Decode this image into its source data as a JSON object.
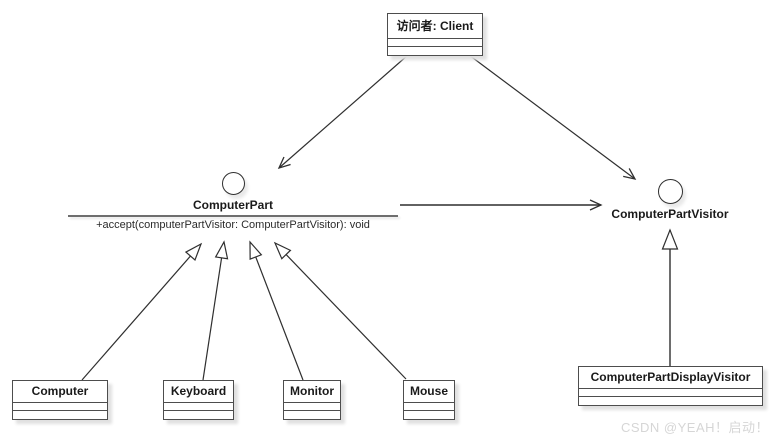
{
  "diagram_type": "uml-class-diagram-visitor-pattern",
  "nodes": {
    "client": {
      "label": "访问者: Client",
      "kind": "class"
    },
    "computer_part": {
      "label": "ComputerPart",
      "method": "+accept(computerPartVisitor: ComputerPartVisitor): void",
      "kind": "interface"
    },
    "computer_part_visitor": {
      "label": "ComputerPartVisitor",
      "kind": "interface"
    },
    "computer": {
      "label": "Computer",
      "kind": "class"
    },
    "keyboard": {
      "label": "Keyboard",
      "kind": "class"
    },
    "monitor": {
      "label": "Monitor",
      "kind": "class"
    },
    "mouse": {
      "label": "Mouse",
      "kind": "class"
    },
    "computer_part_display_visitor": {
      "label": "ComputerPartDisplayVisitor",
      "kind": "class"
    }
  },
  "relations": [
    {
      "from": "访问者: Client",
      "to": "ComputerPart",
      "type": "dependency-open-arrow"
    },
    {
      "from": "访问者: Client",
      "to": "ComputerPartVisitor",
      "type": "dependency-open-arrow"
    },
    {
      "from": "ComputerPart",
      "to": "ComputerPartVisitor",
      "type": "association-open-arrow"
    },
    {
      "from": "Computer",
      "to": "ComputerPart",
      "type": "generalization-hollow-triangle"
    },
    {
      "from": "Keyboard",
      "to": "ComputerPart",
      "type": "generalization-hollow-triangle"
    },
    {
      "from": "Monitor",
      "to": "ComputerPart",
      "type": "generalization-hollow-triangle"
    },
    {
      "from": "Mouse",
      "to": "ComputerPart",
      "type": "generalization-hollow-triangle"
    },
    {
      "from": "ComputerPartDisplayVisitor",
      "to": "ComputerPartVisitor",
      "type": "generalization-hollow-triangle"
    }
  ],
  "watermark": {
    "text": "CSDN @YEAH！启动！",
    "color": "#d6d6d6"
  },
  "colors": {
    "background": "#ffffff",
    "box_border": "#4d4d4d",
    "line": "#2f2f2f",
    "text": "#1a1a1a",
    "shadow": "#e0e0e0"
  }
}
